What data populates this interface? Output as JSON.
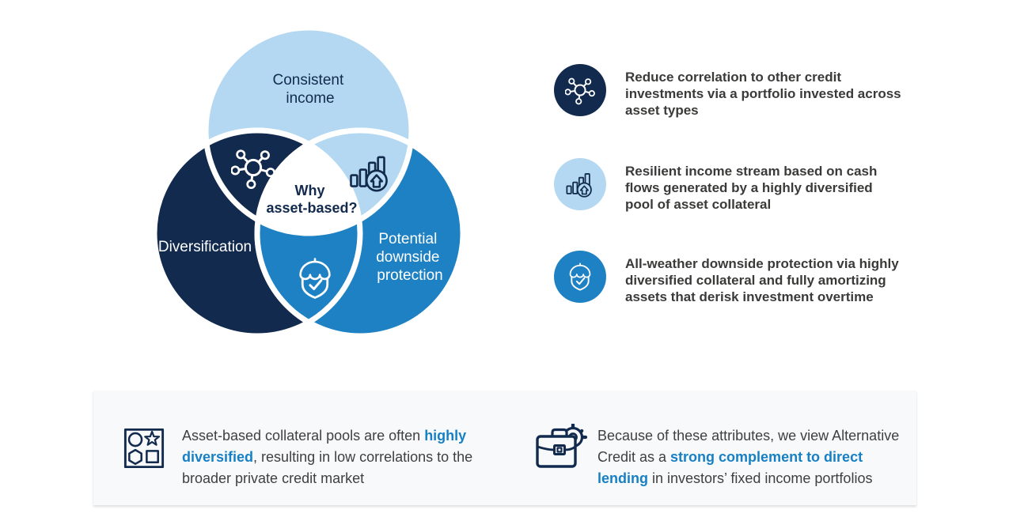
{
  "colors": {
    "navy": "#112A4E",
    "light_blue": "#B4D8F1",
    "mid_blue": "#1E81C3",
    "gap_white": "#FFFFFF",
    "body_text": "#3A3A39",
    "accent_blue": "#1780C4",
    "footer_bg": "#F8F9FB"
  },
  "venn": {
    "center_question": {
      "lines": [
        "Why",
        "asset-based?"
      ],
      "text_color": "#112A4E"
    },
    "circles": [
      {
        "id": "consistent-income",
        "lines": [
          "Consistent",
          "income"
        ],
        "color": "#B4D8F1",
        "text_color": "#112A4E"
      },
      {
        "id": "diversification",
        "lines": [
          "Diversification"
        ],
        "color": "#112A4E",
        "text_color": "#FFFFFF"
      },
      {
        "id": "potential-downside-protection",
        "lines": [
          "Potential",
          "downside",
          "protection"
        ],
        "color": "#1E81C3",
        "text_color": "#FFFFFF"
      }
    ],
    "overlap_icons": [
      {
        "name": "network-icon"
      },
      {
        "name": "bar-chart-growth-icon"
      },
      {
        "name": "shield-umbrella-check-icon"
      }
    ]
  },
  "key_points": [
    {
      "icon": "network-icon",
      "circle_color": "#112A4E",
      "text": "Reduce correlation to other credit investments via a portfolio invested across asset types"
    },
    {
      "icon": "bar-chart-growth-icon",
      "circle_color": "#B4D8F1",
      "text": "Resilient income stream based on cash flows generated by a highly diversified pool of asset collateral"
    },
    {
      "icon": "shield-umbrella-check-icon",
      "circle_color": "#1E81C3",
      "text": "All-weather downside protection via highly diversified collateral and fully amortizing assets that derisk investment overtime"
    }
  ],
  "footer": {
    "items": [
      {
        "icon": "shapes-icon",
        "segments": [
          {
            "text": "Asset-based collateral pools are often "
          },
          {
            "text": "highly diversified",
            "emphasis": true
          },
          {
            "text": ", resulting in low correlations to the broader private credit market"
          }
        ]
      },
      {
        "icon": "briefcase-gear-icon",
        "segments": [
          {
            "text": "Because of these attributes, we view Alternative Credit as a "
          },
          {
            "text": "strong complement to direct lending",
            "emphasis": true
          },
          {
            "text": " in investors’ fixed income portfolios"
          }
        ]
      }
    ]
  }
}
